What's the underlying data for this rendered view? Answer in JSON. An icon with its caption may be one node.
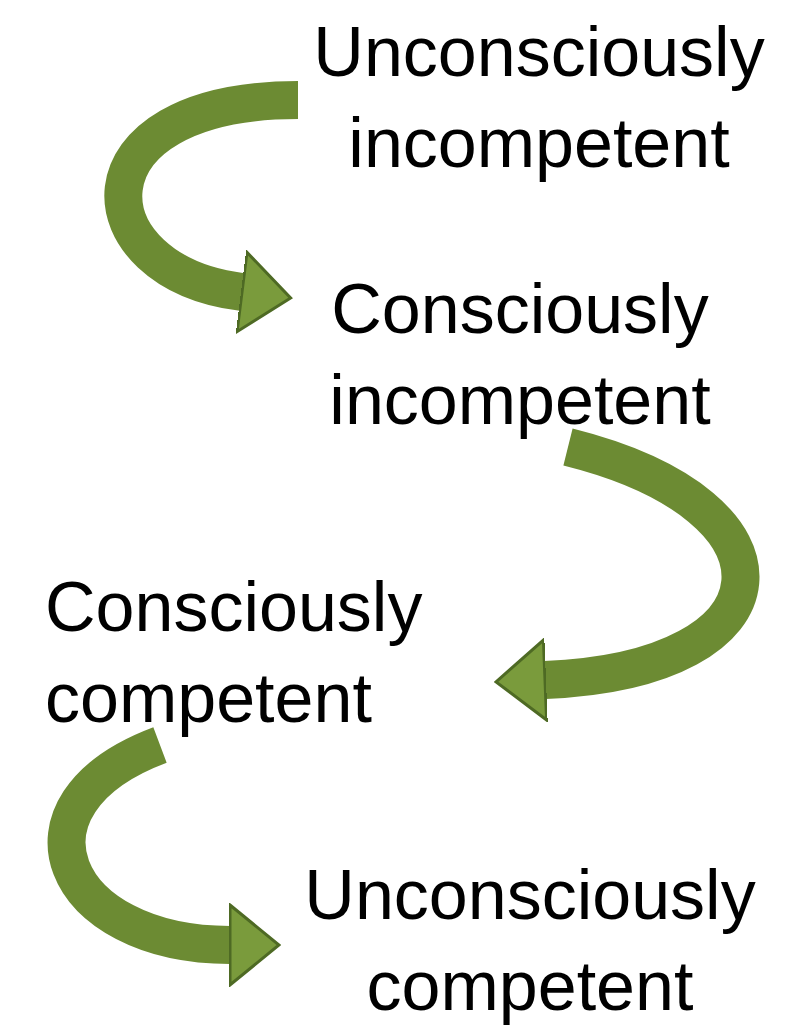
{
  "diagram": {
    "nodes": [
      {
        "text": [
          "Unconsciously incompetent"
        ]
      },
      {
        "text": [
          "Consciously incompetent"
        ]
      },
      {
        "text": [
          "Consciously competent"
        ]
      },
      {
        "text": [
          "Unconsciously competent"
        ]
      }
    ],
    "edges": [
      {
        "from": 0,
        "to": 1,
        "arrow": "to"
      },
      {
        "from": 1,
        "to": 2,
        "arrow": "to"
      },
      {
        "from": 2,
        "to": 3,
        "arrow": "to"
      }
    ]
  }
}
